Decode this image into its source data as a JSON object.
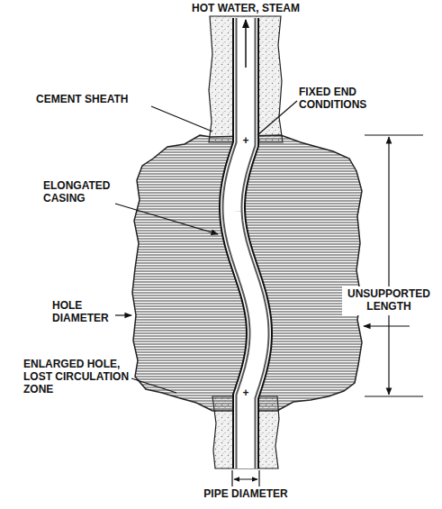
{
  "diagram": {
    "labels": [
      "HOT WATER, STEAM",
      "CEMENT SHEATH",
      "FIXED END CONDITIONS",
      "ELONGATED CASING",
      "UNSUPPORTED LENGTH",
      "HOLE DIAMETER",
      "ENLARGED HOLE, LOST CIRCULATION ZONE",
      "PIPE DIAMETER",
      "+",
      "+"
    ]
  }
}
